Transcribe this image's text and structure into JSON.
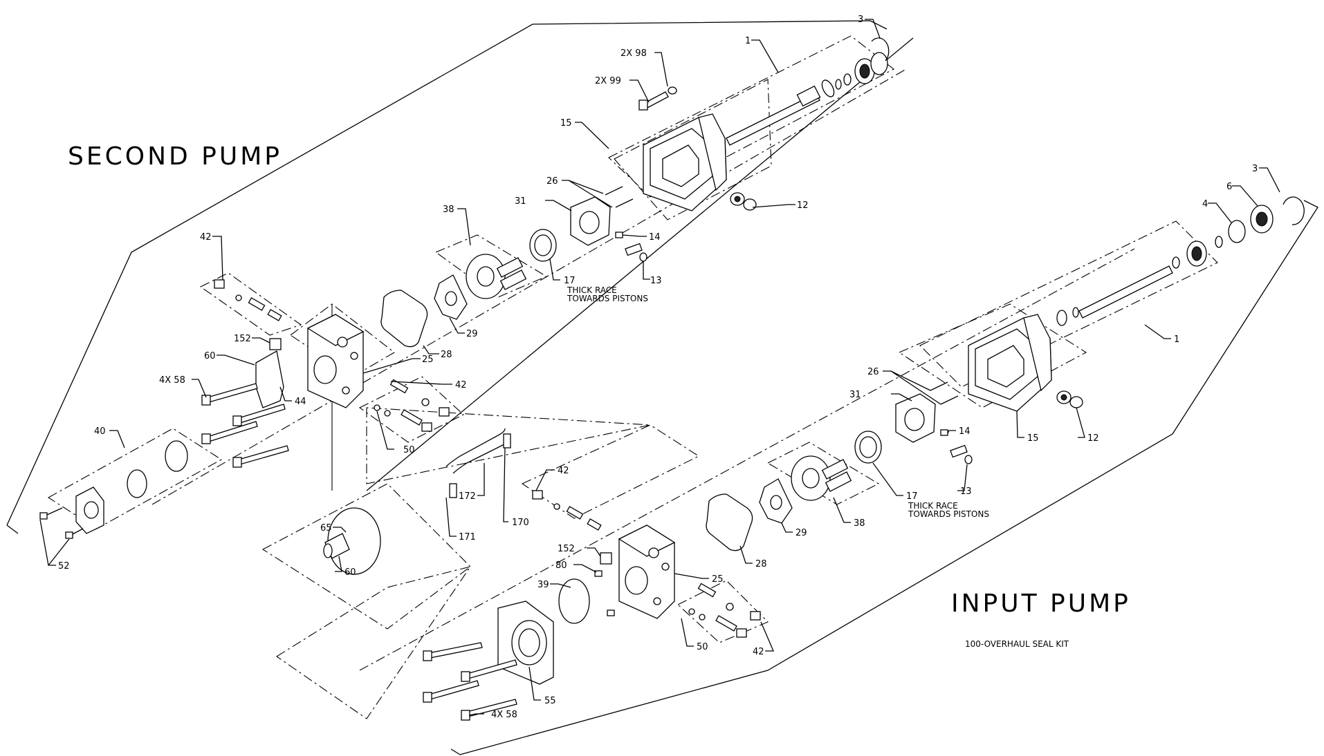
{
  "titles": {
    "second_pump": "SECOND PUMP",
    "input_pump": "INPUT PUMP",
    "kit_note": "100-OVERHAUL SEAL KIT"
  },
  "callouts": {
    "c_3_top": "3",
    "c_2x98": "2X 98",
    "c_2x99": "2X 99",
    "c_1_top": "1",
    "c_15_top": "15",
    "c_26_top": "26",
    "c_31_top": "31",
    "c_12_top": "12",
    "c_14_top": "14",
    "c_13_top": "13",
    "c_38_top": "38",
    "c_17_top": "17",
    "c_29_top": "29",
    "c_28_top": "28",
    "c_25_top": "25",
    "c_42_top_a": "42",
    "c_42_top_b": "42",
    "c_152_top": "152",
    "c_60_top": "60",
    "c_4x58_top": "4X 58",
    "c_44": "44",
    "c_50_top": "50",
    "c_40": "40",
    "c_52": "52",
    "c_65": "65",
    "c_60_bot": "60",
    "c_172": "172",
    "c_171": "171",
    "c_170": "170",
    "c_42_mid": "42",
    "c_152_bot": "152",
    "c_80": "80",
    "c_39": "39",
    "c_55": "55",
    "c_4x58_bot": "4X 58",
    "c_50_bot": "50",
    "c_42_bot": "42",
    "c_25_bot": "25",
    "c_28_bot": "28",
    "c_29_bot": "29",
    "c_38_bot": "38",
    "c_17_bot": "17",
    "c_13_bot": "13",
    "c_14_bot": "14",
    "c_31_bot": "31",
    "c_26_bot": "26",
    "c_15_bot": "15",
    "c_12_bot": "12",
    "c_1_bot": "1",
    "c_4": "4",
    "c_6": "6",
    "c_3_bot": "3"
  },
  "notes": {
    "thick_race_top_1": "THICK RACE",
    "thick_race_top_2": "TOWARDS PISTONS",
    "thick_race_bot_1": "THICK RACE",
    "thick_race_bot_2": "TOWARDS PISTONS"
  }
}
